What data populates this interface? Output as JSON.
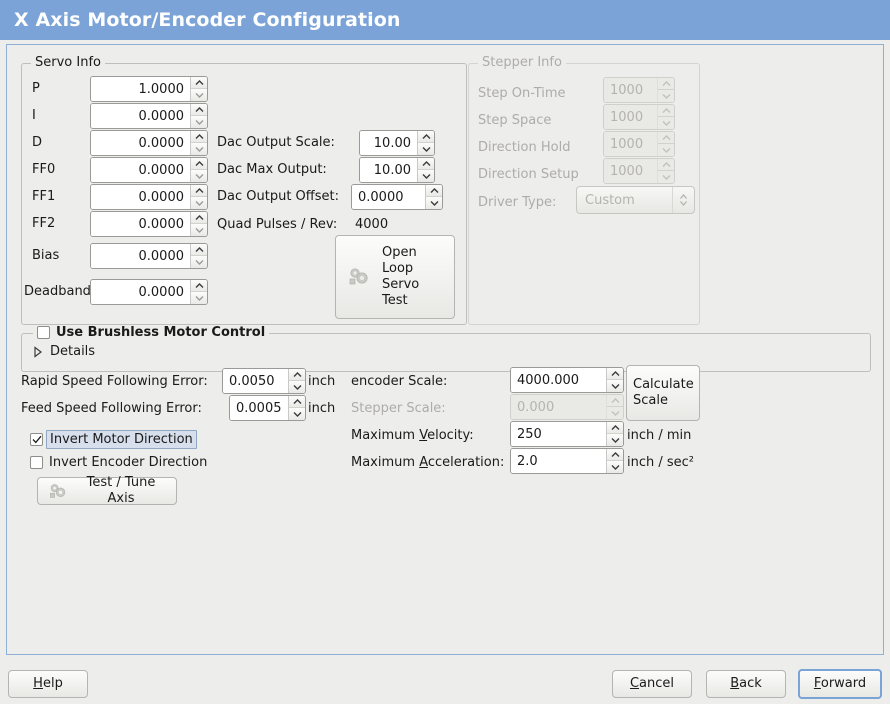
{
  "window": {
    "title": "X Axis Motor/Encoder Configuration",
    "title_bar_color": "#7ba3d8",
    "background_color": "#ededeb",
    "panel_border_color": "#8fb0d6"
  },
  "servo_info": {
    "legend": "Servo Info",
    "fields": [
      {
        "label": "P",
        "value": "1.0000"
      },
      {
        "label": "I",
        "value": "0.0000"
      },
      {
        "label": "D",
        "value": "0.0000"
      },
      {
        "label": "FF0",
        "value": "0.0000"
      },
      {
        "label": "FF1",
        "value": "0.0000"
      },
      {
        "label": "FF2",
        "value": "0.0000"
      },
      {
        "label": "Bias",
        "value": "0.0000"
      },
      {
        "label": "Deadband",
        "value": "0.0000"
      }
    ],
    "dac": [
      {
        "label": "Dac Output Scale:",
        "value": "10.00"
      },
      {
        "label": "Dac Max Output:",
        "value": "10.00"
      },
      {
        "label": "Dac Output Offset:",
        "value": "0.0000"
      }
    ],
    "quad_pulses_label": "Quad Pulses / Rev:",
    "quad_pulses_value": "4000",
    "open_loop_button": {
      "line1": "Open",
      "line2": "Loop",
      "line3": "Servo",
      "line4": "Test",
      "icon": "gears-icon"
    }
  },
  "stepper_info": {
    "legend": "Stepper Info",
    "enabled": false,
    "fields": [
      {
        "label": "Step On-Time",
        "value": "1000"
      },
      {
        "label": "Step Space",
        "value": "1000"
      },
      {
        "label": "Direction Hold",
        "value": "1000"
      },
      {
        "label": "Direction Setup",
        "value": "1000"
      }
    ],
    "driver_type_label": "Driver Type:",
    "driver_type_value": "Custom"
  },
  "brushless": {
    "checkbox_label": "Use Brushless Motor Control",
    "checked": false,
    "details_label": "Details",
    "details_expanded": false
  },
  "errors": {
    "rapid_label": "Rapid Speed Following Error:",
    "rapid_value": "0.0050",
    "rapid_unit": "inch",
    "feed_label": "Feed Speed Following Error:",
    "feed_value": "0.0005",
    "feed_unit": "inch"
  },
  "invert": {
    "motor_label": "Invert Motor Direction",
    "motor_checked": true,
    "motor_focused": true,
    "encoder_label": "Invert Encoder Direction",
    "encoder_checked": false
  },
  "test_tune_button": {
    "label": "Test / Tune Axis",
    "icon": "gears-icon"
  },
  "scales": {
    "encoder_label": "encoder Scale:",
    "encoder_value": "4000.000",
    "stepper_label": "Stepper Scale:",
    "stepper_value": "0.000",
    "stepper_enabled": false,
    "calculate_button_line1": "Calculate",
    "calculate_button_line2": "Scale",
    "max_velocity_label": "Maximum Velocity:",
    "max_velocity_mnemonic": "V",
    "max_velocity_value": "250",
    "max_velocity_unit": "inch / min",
    "max_accel_label": "Maximum Acceleration:",
    "max_accel_mnemonic": "A",
    "max_accel_value": "2.0",
    "max_accel_unit": "inch / sec²"
  },
  "actions": {
    "help": "Help",
    "help_mnemonic": "H",
    "cancel": "Cancel",
    "cancel_mnemonic": "C",
    "back": "Back",
    "back_mnemonic": "B",
    "forward": "Forward",
    "forward_mnemonic": "F",
    "focused": "forward"
  }
}
